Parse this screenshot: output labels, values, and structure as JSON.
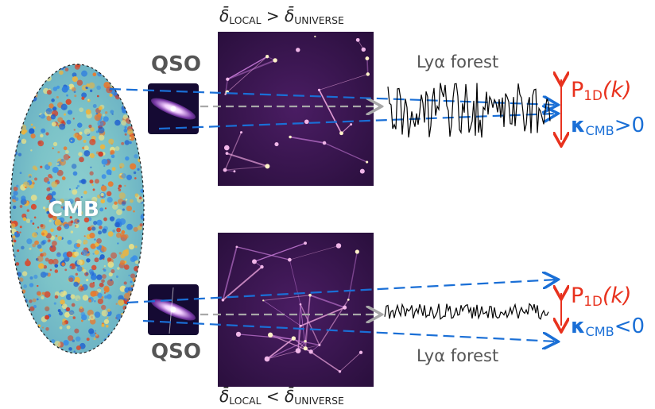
{
  "cmb": {
    "label": "CMB"
  },
  "top": {
    "qso_label": "QSO",
    "forest_label": "Lyα forest",
    "delta_label": "δ̄LOCAL > δ̄UNIVERSE",
    "delta_left": "δ̄",
    "delta_left_sub": "LOCAL",
    "delta_op": ">",
    "delta_right": "δ̄",
    "delta_right_sub": "UNIVERSE",
    "p1d": "P",
    "p1d_sub": "1D",
    "p1d_arg": "(k)",
    "kappa": "κ",
    "kappa_sub": "CMB",
    "kappa_rel": ">0"
  },
  "bottom": {
    "qso_label": "QSO",
    "forest_label": "Lyα forest",
    "delta_left": "δ̄",
    "delta_left_sub": "LOCAL",
    "delta_op": "<",
    "delta_right": "δ̄",
    "delta_right_sub": "UNIVERSE",
    "p1d": "P",
    "p1d_sub": "1D",
    "p1d_arg": "(k)",
    "kappa": "κ",
    "kappa_sub": "CMB",
    "kappa_rel": "<0"
  },
  "colors": {
    "p1d_red": "#e8321e",
    "kappa_blue": "#1a6fd6",
    "sightline_gray": "#a8a8a8",
    "cosmic_web_bg": "#2a0f3d"
  }
}
